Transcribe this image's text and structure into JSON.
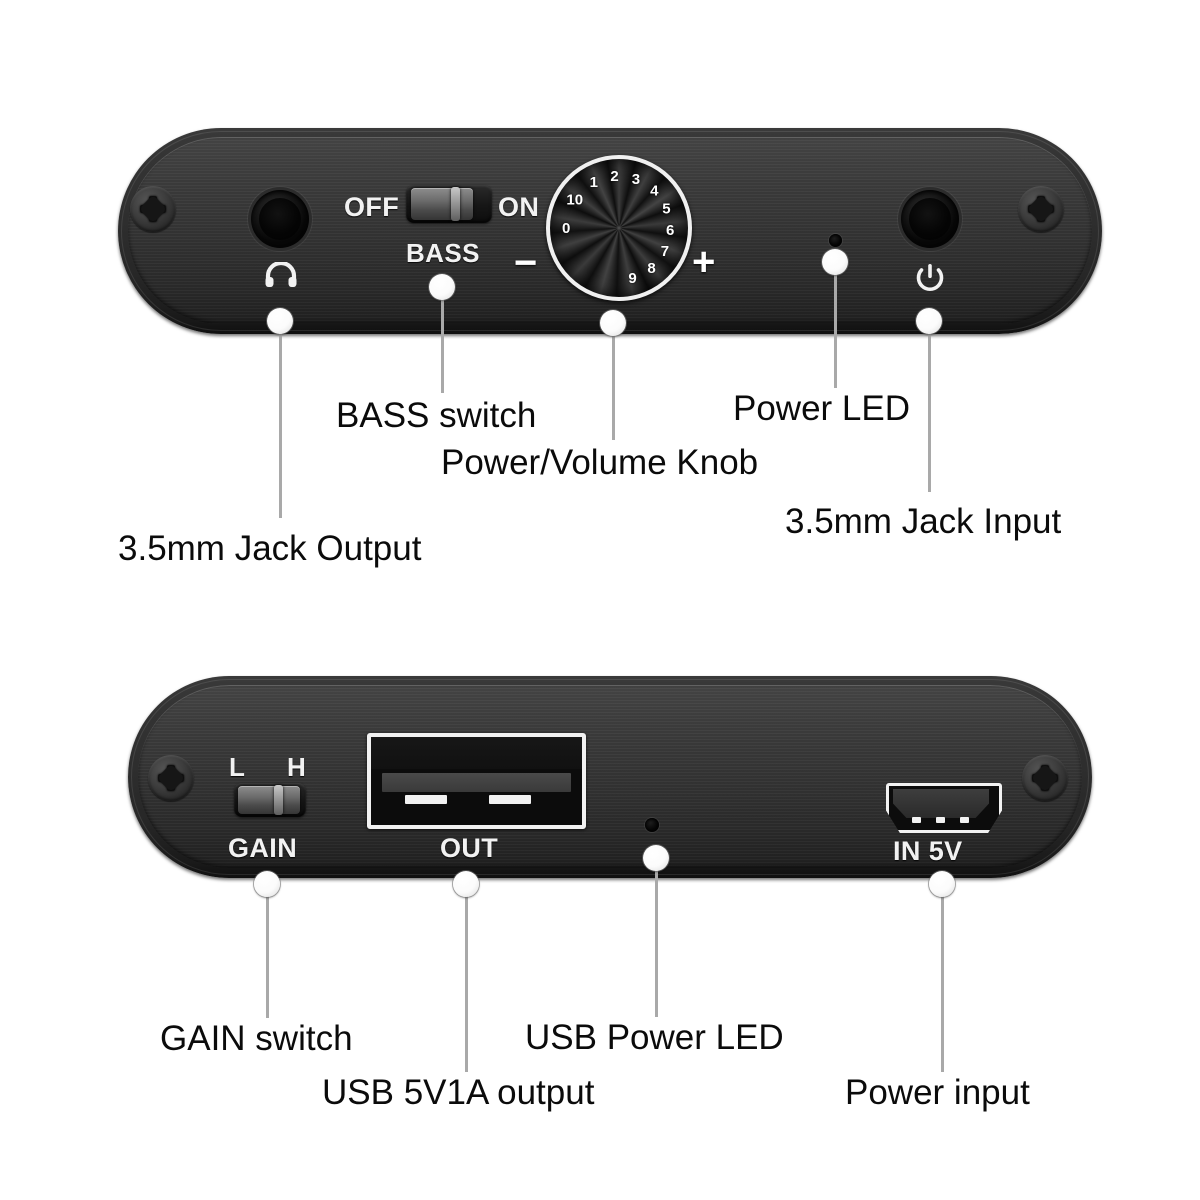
{
  "image": {
    "title": "Portable headphone amplifier — front and rear panel callout diagram",
    "background": "#ffffff",
    "label_color": "#0b0b0b",
    "leader_color": "#a9a9a9",
    "dot_color": "#ffffff",
    "body_color": "#2e2e2e"
  },
  "front_panel": {
    "name": "front-panel",
    "markings": {
      "off": "OFF",
      "on": "ON",
      "bass": "BASS",
      "minus": "−",
      "plus": "+"
    },
    "bass_switch": {
      "position": "off",
      "left_label": "OFF",
      "right_label": "ON",
      "caption": "BASS"
    },
    "volume_knob": {
      "numbers": [
        "0",
        "10",
        "1",
        "2",
        "3",
        "4",
        "5",
        "6",
        "7",
        "8",
        "9"
      ],
      "min_sign": "−",
      "max_sign": "+"
    },
    "icons": {
      "headphone": "headphone-icon",
      "power_input": "power-icon"
    }
  },
  "rear_panel": {
    "name": "rear-panel",
    "markings": {
      "gain_low": "L",
      "gain_high": "H",
      "gain": "GAIN",
      "out": "OUT",
      "in5v": "IN 5V"
    },
    "gain_switch": {
      "position": "high",
      "left_label": "L",
      "right_label": "H",
      "caption": "GAIN"
    }
  },
  "callouts": {
    "front": [
      {
        "id": "jack-output",
        "label": "3.5mm Jack Output"
      },
      {
        "id": "bass-switch",
        "label": "BASS switch"
      },
      {
        "id": "volume-knob",
        "label": "Power/Volume Knob"
      },
      {
        "id": "power-led",
        "label": "Power LED"
      },
      {
        "id": "jack-input",
        "label": "3.5mm Jack Input"
      }
    ],
    "rear": [
      {
        "id": "gain-switch",
        "label": "GAIN switch"
      },
      {
        "id": "usb-output",
        "label": "USB 5V1A output"
      },
      {
        "id": "usb-power-led",
        "label": "USB Power LED"
      },
      {
        "id": "power-input",
        "label": "Power input"
      }
    ]
  }
}
